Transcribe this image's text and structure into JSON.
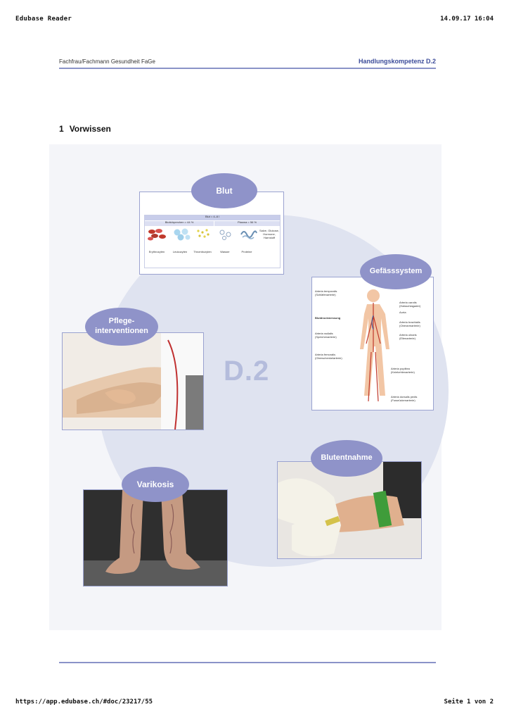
{
  "browser": {
    "app_title": "Edubase Reader",
    "datetime": "14.09.17 16:04",
    "url": "https://app.edubase.ch/#doc/23217/55",
    "page_info": "Seite 1 von 2"
  },
  "doc_header": {
    "left": "Fachfrau/Fachmann Gesundheit FaGe",
    "right": "Handlungskompetenz D.2"
  },
  "section": {
    "number": "1",
    "title": "Vorwissen"
  },
  "diagram": {
    "center_label": "D.2",
    "bubbles": {
      "blut": "Blut",
      "gefaesssystem": "Gefässsystem",
      "pflege_line1": "Pflege-",
      "pflege_line2": "interventionen",
      "blutentnahme": "Blutentnahme",
      "varikosis": "Varikosis"
    },
    "blood_table": {
      "top": "Blut = 4–6 l",
      "left_header": "Blutkörperchen = 44 %",
      "right_header": "Plasma = 56 %",
      "cells": [
        "Erythrozyten",
        "Leukozyten",
        "Thrombozyten",
        "Wasser",
        "Proteine",
        "Salze, Glukose, Hormone, Harnstoff"
      ]
    },
    "vessel_labels": [
      "Arteria temporalis (Schläfenarterie)",
      "Arteria carotis (Halsschlagader)",
      "Aorta",
      "Blutdruckmessung",
      "Arteria brachialis (Oberarmarterie)",
      "Arteria radialis (Speichenarterie)",
      "Arteria ulnaris (Ellenarterie)",
      "Arteria femoralis (Oberschenkelarterie)",
      "Arteria poplitea (Kniekehlenarterie)",
      "Arteria dorsalis pedis (Fussrückenarterie)"
    ]
  },
  "colors": {
    "accent": "#3c4c9a",
    "bubble": "#8f93c9",
    "circle": "#dfe3f0",
    "rule": "#8a93c8"
  }
}
